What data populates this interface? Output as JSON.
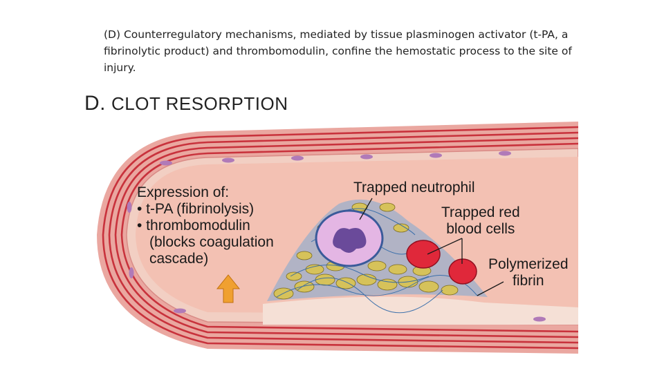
{
  "caption": "(D) Counterregulatory mechanisms, mediated by tissue plasminogen activator (t-PA, a fibrinolytic product) and thrombomodulin, confine the hemostatic process to the site of injury.",
  "figure": {
    "panel_letter": "D.",
    "title": "CLOT RESORPTION"
  },
  "labels": {
    "expression_heading": "Expression of:",
    "expression_items": [
      "• t-PA (fibrinolysis)",
      "• thrombomodulin",
      "(blocks coagulation",
      "cascade)"
    ],
    "trapped_neutrophil": "Trapped neutrophil",
    "trapped_rbc": [
      "Trapped red",
      "blood cells"
    ],
    "polymerized_fibrin": [
      "Polymerized",
      "fibrin"
    ]
  },
  "colors": {
    "lumen": "#f3c2b4",
    "vessel_wall": "#e8a49b",
    "muscle_stripe": "#c8323c",
    "endothelium": "#f2d0c4",
    "nucleus": "#b07ab8",
    "platelet": "#d6c25a",
    "fibrin": "#3a78b8",
    "neutrophil": "#e4b6e4",
    "neutrophil_nucleus": "#6a4a9a",
    "red_blood_cell": "#e0283a",
    "arrow": "#f0a030"
  }
}
